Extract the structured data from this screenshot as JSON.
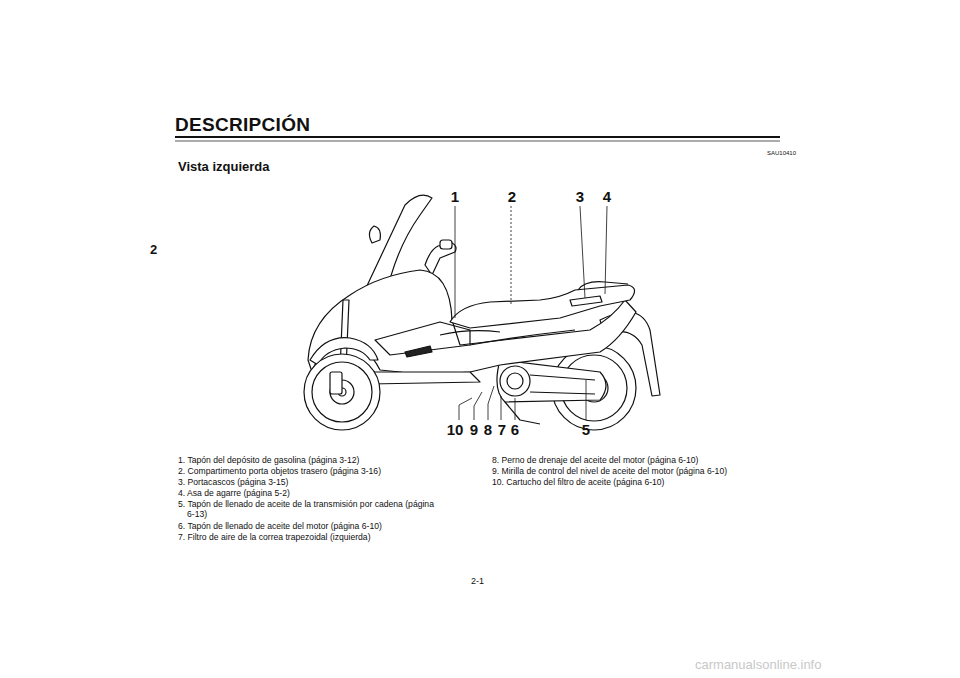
{
  "diagram": {
    "title": "DESCRIPCIÓN",
    "labels": [
      "2",
      "SAU10410",
      "Vista izquierda",
      "1",
      "2",
      "3",
      "4",
      "10",
      "9",
      "8",
      "7",
      "6",
      "5",
      "1. Tapón del depósito de gasolina (página 3-12)",
      "2. Compartimento porta objetos trasero (página 3-16)",
      "3. Portacascos (página 3-15)",
      "4. Asa de agarre (página 5-2)",
      "5. Tapón de llenado de aceite de la transmisión por cadena (página 6-13)",
      "6. Tapón de llenado de aceite del motor (página 6-10)",
      "7. Filtro de aire de la correa trapezoidal (izquierda)",
      "8. Perno de drenaje del aceite del motor (página 6-10)",
      "9. Mirilla de control del nivel de aceite del motor (página 6-10)",
      "10. Cartucho del filtro de aceite (página 6-10)",
      "2-1",
      "carmanualsonline.info"
    ]
  }
}
